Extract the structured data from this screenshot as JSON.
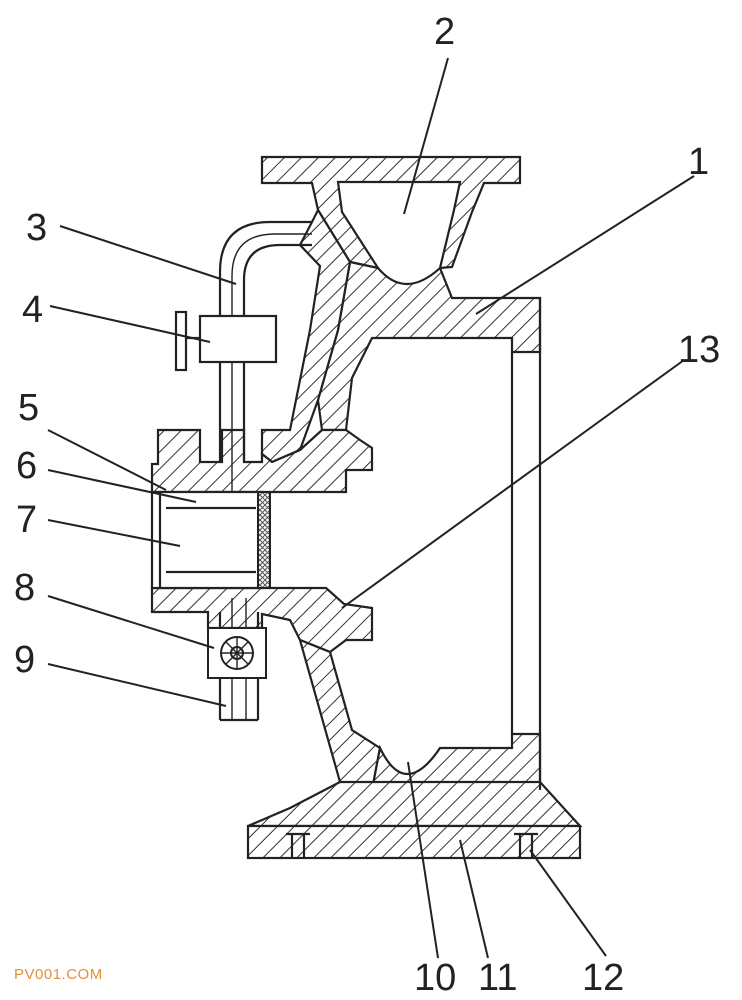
{
  "labels": {
    "l1": "1",
    "l2": "2",
    "l3": "3",
    "l4": "4",
    "l5": "5",
    "l6": "6",
    "l7": "7",
    "l8": "8",
    "l9": "9",
    "l10": "10",
    "l11": "11",
    "l12": "12",
    "l13": "13"
  },
  "watermark": "PV001.COM",
  "colors": {
    "line": "#222222",
    "hatch": "#333333",
    "mesh": "#555555",
    "watermark": "#e0903a"
  }
}
